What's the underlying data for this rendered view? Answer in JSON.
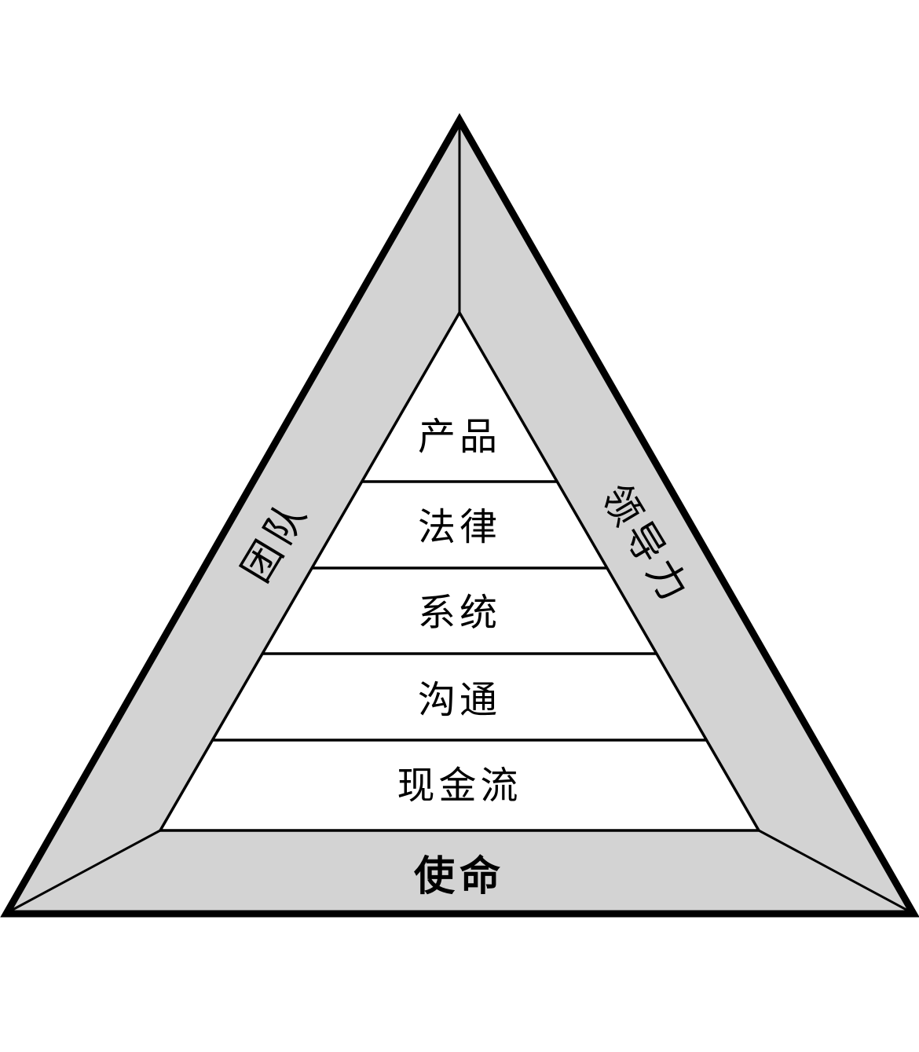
{
  "diagram": {
    "type": "pyramid-triangle",
    "outer_bands": {
      "left_label": "团队",
      "right_label": "领导力",
      "bottom_label": "使命"
    },
    "layers": [
      "产品",
      "法律",
      "系统",
      "沟通",
      "现金流"
    ],
    "colors": {
      "band_fill": "#d3d3d3",
      "layer_fill": "#ffffff",
      "line": "#000000",
      "background": "#ffffff"
    }
  }
}
